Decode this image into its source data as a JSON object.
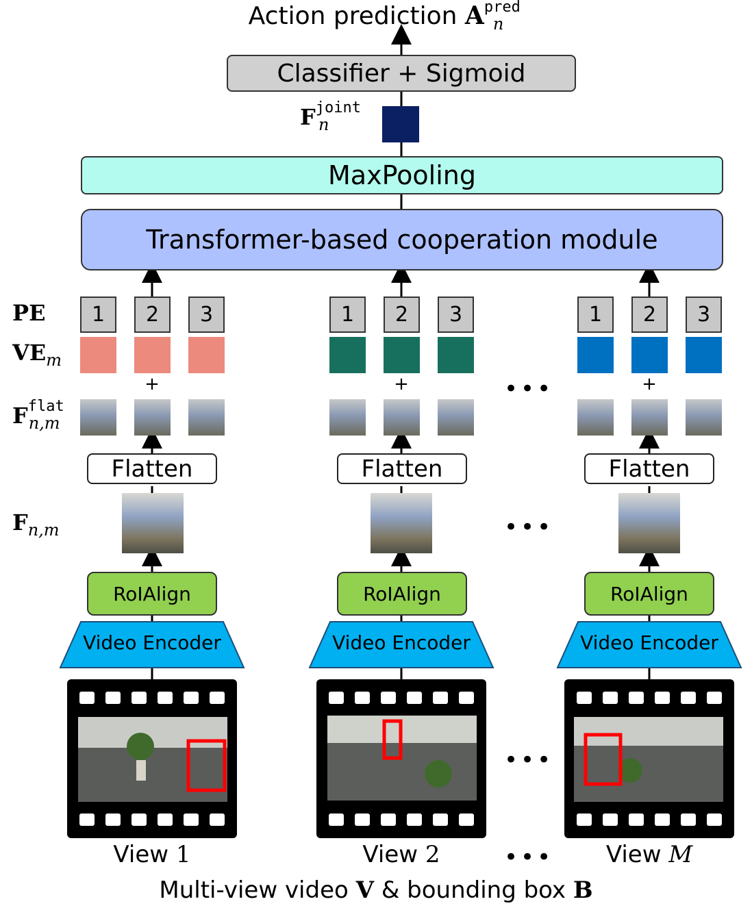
{
  "header": {
    "title_text": "Action prediction ",
    "title_sym": "A",
    "title_sup": "pred",
    "title_sub": "n"
  },
  "classifier_label": "Classifier + Sigmoid",
  "joint_feature": {
    "sym": "F",
    "sup": "joint",
    "sub": "n"
  },
  "maxpooling_label": "MaxPooling",
  "transformer_label": "Transformer-based cooperation module",
  "row_labels": {
    "pe": "PE",
    "ve_sym": "VE",
    "ve_sub": "m",
    "flat_sym": "F",
    "flat_sup": "flat",
    "flat_sub": "n,m",
    "feat_sym": "F",
    "feat_sub": "n,m"
  },
  "pe_numbers": [
    "1",
    "2",
    "3"
  ],
  "plus_sign": "+",
  "flatten_label": "Flatten",
  "roialign_label": "RoIAlign",
  "encoder_label": "Video Encoder",
  "ellipsis": "•••",
  "views": [
    {
      "label_text": "View ",
      "label_sym": "1",
      "ve_color": "#eb8a7d"
    },
    {
      "label_text": "View ",
      "label_sym": "2",
      "ve_color": "#17705d"
    },
    {
      "label_text": "View ",
      "label_sym": "M",
      "ve_color": "#0070c0"
    }
  ],
  "caption": {
    "part1": "Multi-view video ",
    "sym1": "V",
    "part2": " & bounding box ",
    "sym2": "B"
  },
  "colors": {
    "classifier": "#d0d0d0",
    "maxpooling": "#b3fbee",
    "transformer": "#aec1ff",
    "joint_feature": "#0b1f63",
    "roialign": "#92d050",
    "encoder": "#00b0f0",
    "bbox": "#ff0000"
  }
}
